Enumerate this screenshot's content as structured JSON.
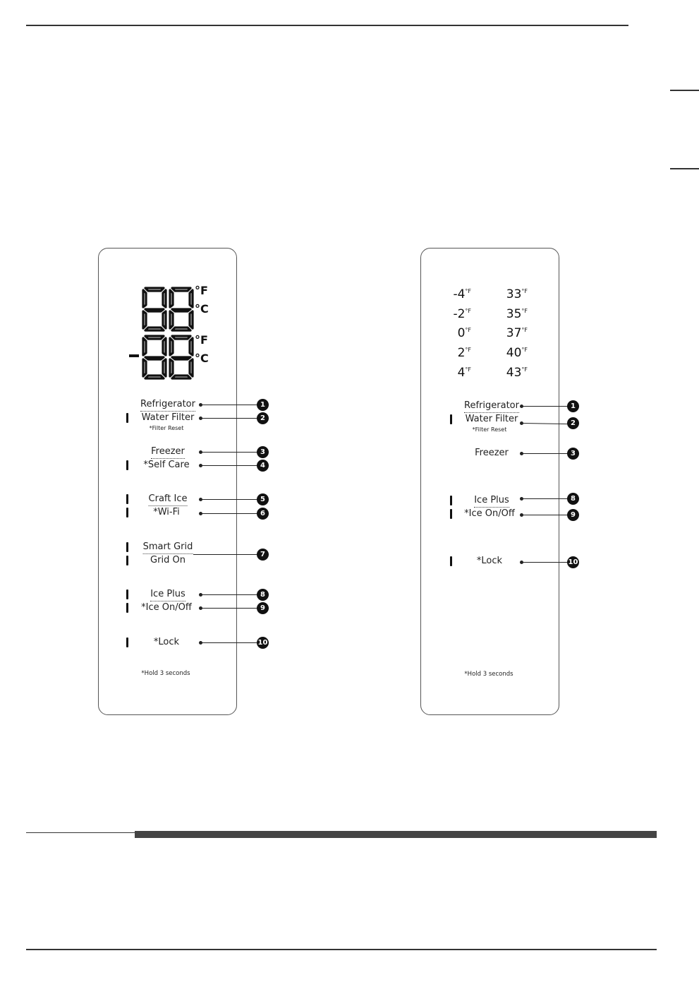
{
  "left_panel": {
    "digits_top": "88",
    "digits_bottom": "88",
    "digits_bottom_sign": "-",
    "unit_f": "°F",
    "unit_c": "°C",
    "buttons": [
      {
        "label": "Refrigerator",
        "sub": "",
        "num": "1"
      },
      {
        "label": "Water Filter",
        "sub": "*Filter Reset",
        "num": "2"
      },
      {
        "label": "Freezer",
        "sub": "",
        "num": "3"
      },
      {
        "label": "*Self Care",
        "sub": "",
        "num": "4"
      },
      {
        "label": "Craft Ice",
        "sub": "",
        "num": "5"
      },
      {
        "label": "*Wi-Fi",
        "sub": "",
        "num": "6"
      },
      {
        "label": "Smart Grid",
        "sub": "",
        "num": "7"
      },
      {
        "label": "Grid On",
        "sub": "",
        "num": ""
      },
      {
        "label": "Ice Plus",
        "sub": "",
        "num": "8"
      },
      {
        "label": "*Ice On/Off",
        "sub": "",
        "num": "9"
      },
      {
        "label": "*Lock",
        "sub": "",
        "num": "10"
      }
    ],
    "note": "*Hold 3 seconds"
  },
  "right_panel": {
    "freezer_temps": [
      "-4",
      "-2",
      "0",
      "2",
      "4"
    ],
    "fridge_temps": [
      "33",
      "35",
      "37",
      "40",
      "43"
    ],
    "temp_unit": "°F",
    "buttons": [
      {
        "label": "Refrigerator",
        "sub": "",
        "num": "1"
      },
      {
        "label": "Water Filter",
        "sub": "*Filter Reset",
        "num": "2"
      },
      {
        "label": "Freezer",
        "sub": "",
        "num": "3"
      },
      {
        "label": "Ice Plus",
        "sub": "",
        "num": "8"
      },
      {
        "label": "*Ice On/Off",
        "sub": "",
        "num": "9"
      },
      {
        "label": "*Lock",
        "sub": "",
        "num": "10"
      }
    ],
    "note": "*Hold 3 seconds"
  }
}
